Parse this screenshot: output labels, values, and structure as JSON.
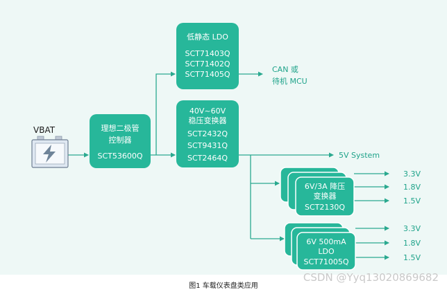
{
  "colors": {
    "teal": "#27b79a",
    "teal_dark": "#1fa38a",
    "arrow": "#2aa98f",
    "panel": "#eef8f6"
  },
  "vbat": {
    "label": "VBAT",
    "icon": "battery-icon"
  },
  "ideal_diode": {
    "title_1": "理想二极管",
    "title_2": "控制器",
    "part": "SCT53600Q"
  },
  "ldo_low": {
    "title": "低静态 LDO",
    "parts": [
      "SCT71403Q",
      "SCT71402Q",
      "SCT71405Q"
    ]
  },
  "can_mcu": {
    "line_1": "CAN  或",
    "line_2": "待机 MCU"
  },
  "buck_main": {
    "title_1": "40V~60V",
    "title_2": "稳压变换器",
    "parts": [
      "SCT2432Q",
      "SCT9431Q",
      "SCT2464Q"
    ]
  },
  "system": {
    "label": "5V System"
  },
  "buck_3a": {
    "title_1": "6V/3A 降压",
    "title_2": "变换器",
    "part": "SCT2130Q",
    "outputs": [
      "3.3V",
      "1.8V",
      "1.5V"
    ]
  },
  "ldo_500": {
    "title_1": "6V 500mA",
    "title_2": "LDO",
    "part": "SCT71005Q",
    "outputs": [
      "3.3V",
      "1.8V",
      "1.5V"
    ]
  },
  "caption": "图1  车载仪表盘类应用",
  "watermark": "CSDN @Yyq13020869682"
}
